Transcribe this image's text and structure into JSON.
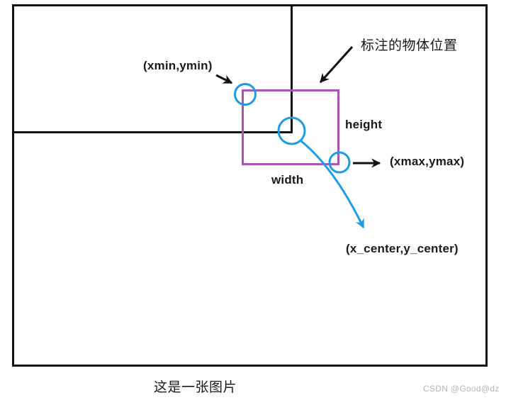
{
  "colors": {
    "background": "#FFFFFF",
    "outline_black": "#111111",
    "box_purple": "#AC53B4",
    "point_blue": "#1B9CE5",
    "text_black": "#1A1A1A",
    "caption_gray": "#B5B5B5"
  },
  "figure": {
    "min_corner_label": "(xmin,ymin)",
    "max_corner_label": "(xmax,ymax)",
    "center_label": "(x_center,y_center)",
    "width_label": "width",
    "height_label": "height",
    "callout_label": "标注的物体位置",
    "caption": "这是一张图片",
    "watermark": "CSDN @Good@dz"
  }
}
